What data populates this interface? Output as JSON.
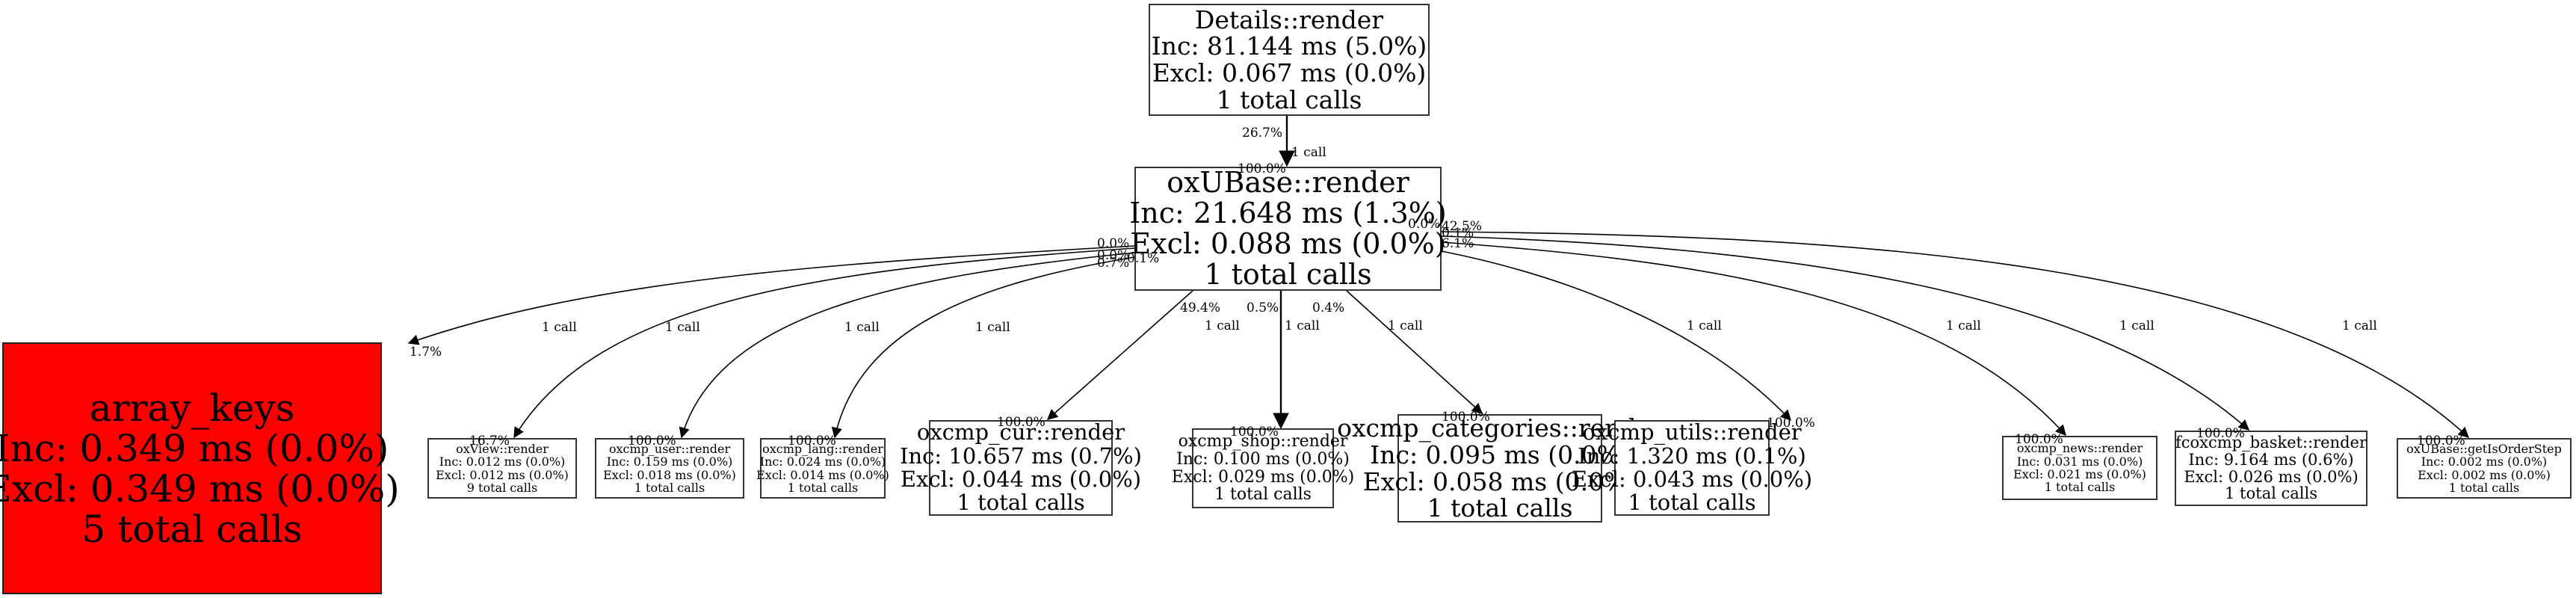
{
  "graph_title": "Call graph",
  "nodes": [
    {
      "id": "details",
      "name": "Details::render",
      "inc": "Inc: 81.144 ms (5.0%)",
      "excl": "Excl: 0.067 ms (0.0%)",
      "calls": "1 total calls"
    },
    {
      "id": "oxubase",
      "name": "oxUBase::render",
      "inc": "Inc: 21.648 ms (1.3%)",
      "excl": "Excl: 0.088 ms (0.0%)",
      "calls": "1 total calls"
    },
    {
      "id": "array_keys",
      "name": "array_keys",
      "inc": "Inc: 0.349 ms (0.0%)",
      "excl": "Excl: 0.349 ms (0.0%)",
      "calls": "5 total calls",
      "color": "#ff0000"
    },
    {
      "id": "oxview",
      "name": "oxView::render",
      "inc": "Inc: 0.012 ms (0.0%)",
      "excl": "Excl: 0.012 ms (0.0%)",
      "calls": "9 total calls"
    },
    {
      "id": "oxcmp_user",
      "name": "oxcmp_user::render",
      "inc": "Inc: 0.159 ms (0.0%)",
      "excl": "Excl: 0.018 ms (0.0%)",
      "calls": "1 total calls"
    },
    {
      "id": "oxcmp_lang",
      "name": "oxcmp_lang::render",
      "inc": "Inc: 0.024 ms (0.0%)",
      "excl": "Excl: 0.014 ms (0.0%)",
      "calls": "1 total calls"
    },
    {
      "id": "oxcmp_cur",
      "name": "oxcmp_cur::render",
      "inc": "Inc: 10.657 ms (0.7%)",
      "excl": "Excl: 0.044 ms (0.0%)",
      "calls": "1 total calls"
    },
    {
      "id": "oxcmp_shop",
      "name": "oxcmp_shop::render",
      "inc": "Inc: 0.100 ms (0.0%)",
      "excl": "Excl: 0.029 ms (0.0%)",
      "calls": "1 total calls"
    },
    {
      "id": "oxcmp_categories",
      "name": "oxcmp_categories::render",
      "inc": "Inc: 0.095 ms (0.0%)",
      "excl": "Excl: 0.058 ms (0.0%)",
      "calls": "1 total calls"
    },
    {
      "id": "oxcmp_utils",
      "name": "oxcmp_utils::render",
      "inc": "Inc: 1.320 ms (0.1%)",
      "excl": "Excl: 0.043 ms (0.0%)",
      "calls": "1 total calls"
    },
    {
      "id": "oxcmp_news",
      "name": "oxcmp_news::render",
      "inc": "Inc: 0.031 ms (0.0%)",
      "excl": "Excl: 0.021 ms (0.0%)",
      "calls": "1 total calls"
    },
    {
      "id": "fcoxcmp_basket",
      "name": "fcoxcmp_basket::render",
      "inc": "Inc: 9.164 ms (0.6%)",
      "excl": "Excl: 0.026 ms (0.0%)",
      "calls": "1 total calls"
    },
    {
      "id": "getisorderstep",
      "name": "oxUBase::getIsOrderStep",
      "inc": "Inc: 0.002 ms (0.0%)",
      "excl": "Excl: 0.002 ms (0.0%)",
      "calls": "1 total calls"
    }
  ],
  "edges": [
    {
      "from": "details",
      "to": "oxubase",
      "label": "1 call",
      "tail_pct": "26.7%",
      "head_pct": "100.0%"
    },
    {
      "from": "oxubase",
      "to": "array_keys",
      "label": "1 call",
      "tail_pct": "0.0%",
      "head_pct": "1.7%"
    },
    {
      "from": "oxubase",
      "to": "oxview",
      "label": "1 call",
      "tail_pct": "0.0%",
      "head_pct": "16.7%"
    },
    {
      "from": "oxubase",
      "to": "oxcmp_user",
      "label": "1 call",
      "tail_pct": "0.7%",
      "head_pct": "100.0%"
    },
    {
      "from": "oxubase",
      "to": "oxcmp_lang",
      "label": "1 call",
      "tail_pct": "0.1%",
      "head_pct": "100.0%"
    },
    {
      "from": "oxubase",
      "to": "oxcmp_cur",
      "label": "1 call",
      "tail_pct": "49.4%",
      "head_pct": "100.0%"
    },
    {
      "from": "oxubase",
      "to": "oxcmp_shop",
      "label": "1 call",
      "tail_pct": "0.5%",
      "head_pct": "100.0%"
    },
    {
      "from": "oxubase",
      "to": "oxcmp_categories",
      "label": "1 call",
      "tail_pct": "0.4%",
      "head_pct": "100.0%"
    },
    {
      "from": "oxubase",
      "to": "oxcmp_utils",
      "label": "1 call",
      "tail_pct": "6.1%",
      "head_pct": "100.0%"
    },
    {
      "from": "oxubase",
      "to": "oxcmp_news",
      "label": "1 call",
      "tail_pct": "0.1%",
      "head_pct": "100.0%"
    },
    {
      "from": "oxubase",
      "to": "fcoxcmp_basket",
      "label": "1 call",
      "tail_pct": "42.5%",
      "head_pct": "100.0%"
    },
    {
      "from": "oxubase",
      "to": "getisorderstep",
      "label": "1 call",
      "tail_pct": "0.0%",
      "head_pct": "100.0%"
    }
  ]
}
